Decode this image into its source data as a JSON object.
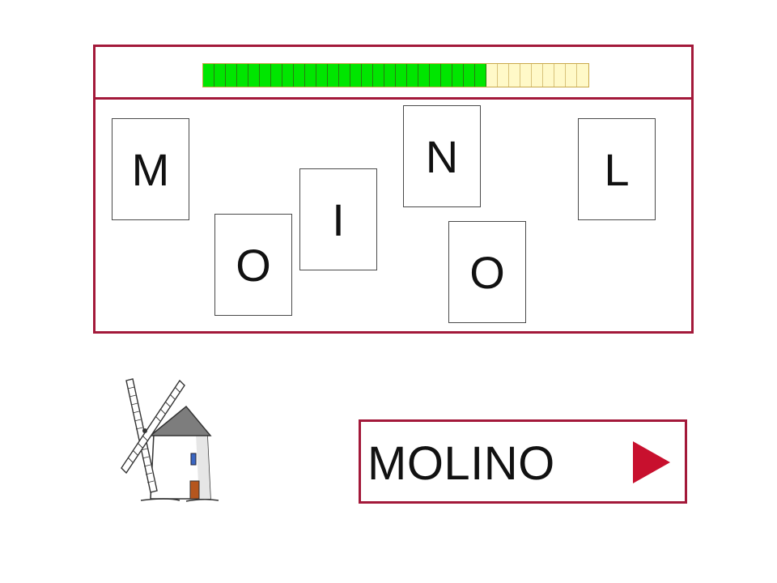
{
  "progress": {
    "filled_segments": 25,
    "total_segments": 34,
    "colors": {
      "filled": "#00e600",
      "empty": "#fff9c8"
    }
  },
  "tiles": [
    {
      "letter": "M"
    },
    {
      "letter": "O"
    },
    {
      "letter": "I"
    },
    {
      "letter": "N"
    },
    {
      "letter": "O"
    },
    {
      "letter": "L"
    }
  ],
  "answer": {
    "word": "MOLINO",
    "play_icon": "play-triangle-icon"
  },
  "picture": {
    "icon": "windmill-icon"
  },
  "colors": {
    "frame": "#a3193a",
    "play": "#c8102e"
  }
}
